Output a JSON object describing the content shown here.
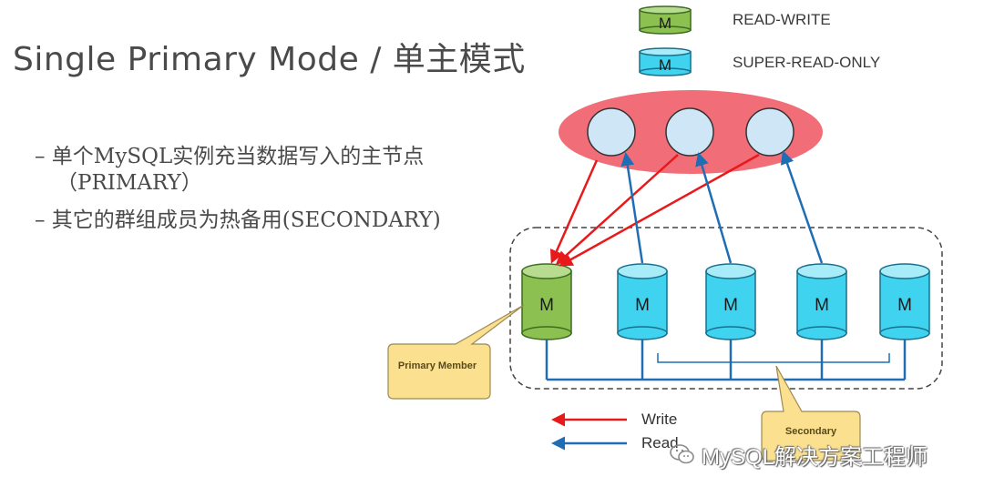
{
  "title": "Single Primary Mode / 单主模式",
  "bullets": [
    "– 单个MySQL实例充当数据写入的主节点",
    "（PRIMARY）",
    "– 其它的群组成员为热备用(SECONDARY)"
  ],
  "legend": {
    "read_write": "READ-WRITE",
    "super_read_only": "SUPER-READ-ONLY",
    "icon_label": "M",
    "read_write_color": "#8cc152",
    "super_read_only_color": "#3fd3f0"
  },
  "diagram": {
    "node_label": "M",
    "primary_member": "Primary Member",
    "secondary_member": "Secondary",
    "write_label": "Write",
    "read_label": "Read",
    "write_color": "#e8191b",
    "read_color": "#1f6eb5",
    "client_group_color": "#ee5560"
  },
  "watermark": "MySQL解决方案工程师"
}
